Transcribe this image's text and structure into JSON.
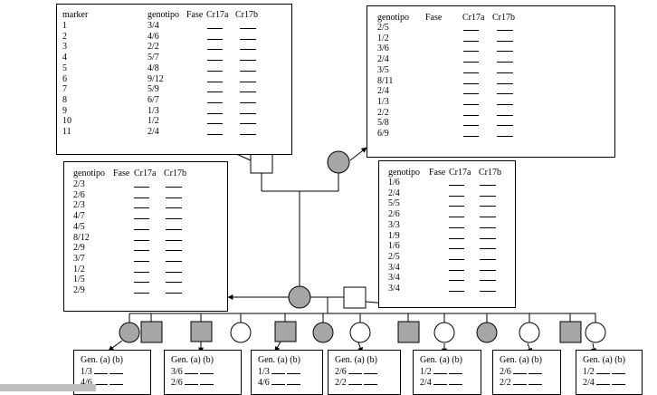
{
  "top_left_table": {
    "headers": {
      "marker": "marker",
      "genotipo": "genotipo",
      "fase": "Fase",
      "cr17a": "Cr17a",
      "cr17b": "Cr17b"
    },
    "rows": [
      {
        "marker": "1",
        "genotipo": "3/4"
      },
      {
        "marker": "2",
        "genotipo": "4/6"
      },
      {
        "marker": "3",
        "genotipo": "2/2"
      },
      {
        "marker": "4",
        "genotipo": "5/7"
      },
      {
        "marker": "5",
        "genotipo": "4/8"
      },
      {
        "marker": "6",
        "genotipo": "9/12"
      },
      {
        "marker": "7",
        "genotipo": "5/9"
      },
      {
        "marker": "8",
        "genotipo": "6/7"
      },
      {
        "marker": "9",
        "genotipo": "1/3"
      },
      {
        "marker": "10",
        "genotipo": "1/2"
      },
      {
        "marker": "11",
        "genotipo": "2/4"
      }
    ]
  },
  "top_right_table": {
    "headers": {
      "genotipo": "genotipo",
      "fase": "Fase",
      "cr17a": "Cr17a",
      "cr17b": "Cr17b"
    },
    "rows": [
      "2/5",
      "1/2",
      "3/6",
      "2/4",
      "3/5",
      "8/11",
      "2/4",
      "1/3",
      "2/2",
      "5/8",
      "6/9"
    ]
  },
  "middle_left_table": {
    "headers": {
      "genotipo": "genotipo",
      "fase": "Fase",
      "cr17a": "Cr17a",
      "cr17b": "Cr17b"
    },
    "rows": [
      "2/3",
      "2/6",
      "2/3",
      "4/7",
      "4/5",
      "8/12",
      "2/9",
      "3/7",
      "1/2",
      "1/5",
      "2/9"
    ]
  },
  "middle_right_table": {
    "headers": {
      "genotipo": "genotipo",
      "fase": "Fase",
      "cr17a": "Cr17a",
      "cr17b": "Cr17b"
    },
    "rows": [
      "1/6",
      "2/4",
      "5/5",
      "2/6",
      "3/3",
      "1/9",
      "1/6",
      "2/5",
      "3/4",
      "3/4",
      "3/4"
    ]
  },
  "children_boxes": [
    {
      "header": "Gen.  (a)   (b)",
      "row1": "1/3",
      "row2": "4/6"
    },
    {
      "header": "Gen.  (a)   (b)",
      "row1": "3/6",
      "row2": "2/6"
    },
    {
      "header": "Gen.  (a)   (b)",
      "row1": "1/3",
      "row2": "4/6"
    },
    {
      "header": "Gen.  (a)   (b)",
      "row1": "2/6",
      "row2": "2/2"
    },
    {
      "header": "Gen.  (a)   (b)",
      "row1": "1/2",
      "row2": "2/4"
    },
    {
      "header": "Gen.  (a)   (b)",
      "row1": "2/6",
      "row2": "2/2"
    },
    {
      "header": "Gen.  (a)   (b)",
      "row1": "1/2",
      "row2": "2/4"
    }
  ],
  "colors": {
    "affected": "#a6a6a6",
    "unaffected": "#ffffff",
    "line": "#000000"
  }
}
